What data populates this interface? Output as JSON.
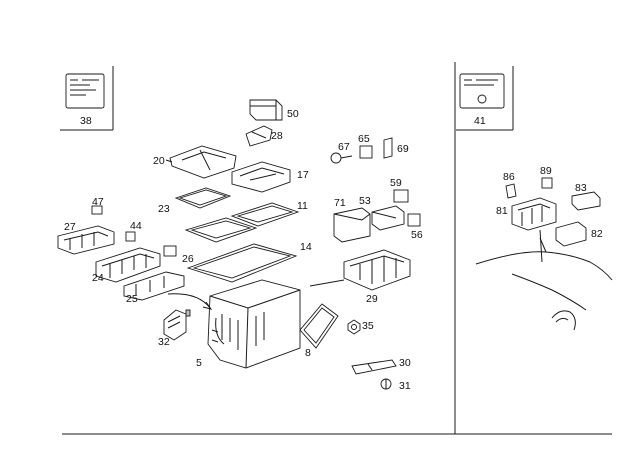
{
  "callouts": {
    "p38": "38",
    "p41": "41",
    "p50": "50",
    "p28": "28",
    "p20": "20",
    "p17": "17",
    "p67": "67",
    "p65": "65",
    "p69": "69",
    "p23": "23",
    "p11": "11",
    "p47": "47",
    "p27": "27",
    "p44": "44",
    "p14": "14",
    "p71": "71",
    "p53": "53",
    "p59": "59",
    "p56": "56",
    "p26": "26",
    "p24": "24",
    "p25": "25",
    "p29": "29",
    "p32": "32",
    "p35": "35",
    "p8": "8",
    "p5": "5",
    "p30": "30",
    "p31": "31",
    "p86": "86",
    "p89": "89",
    "p83": "83",
    "p81": "81",
    "p82": "82"
  }
}
